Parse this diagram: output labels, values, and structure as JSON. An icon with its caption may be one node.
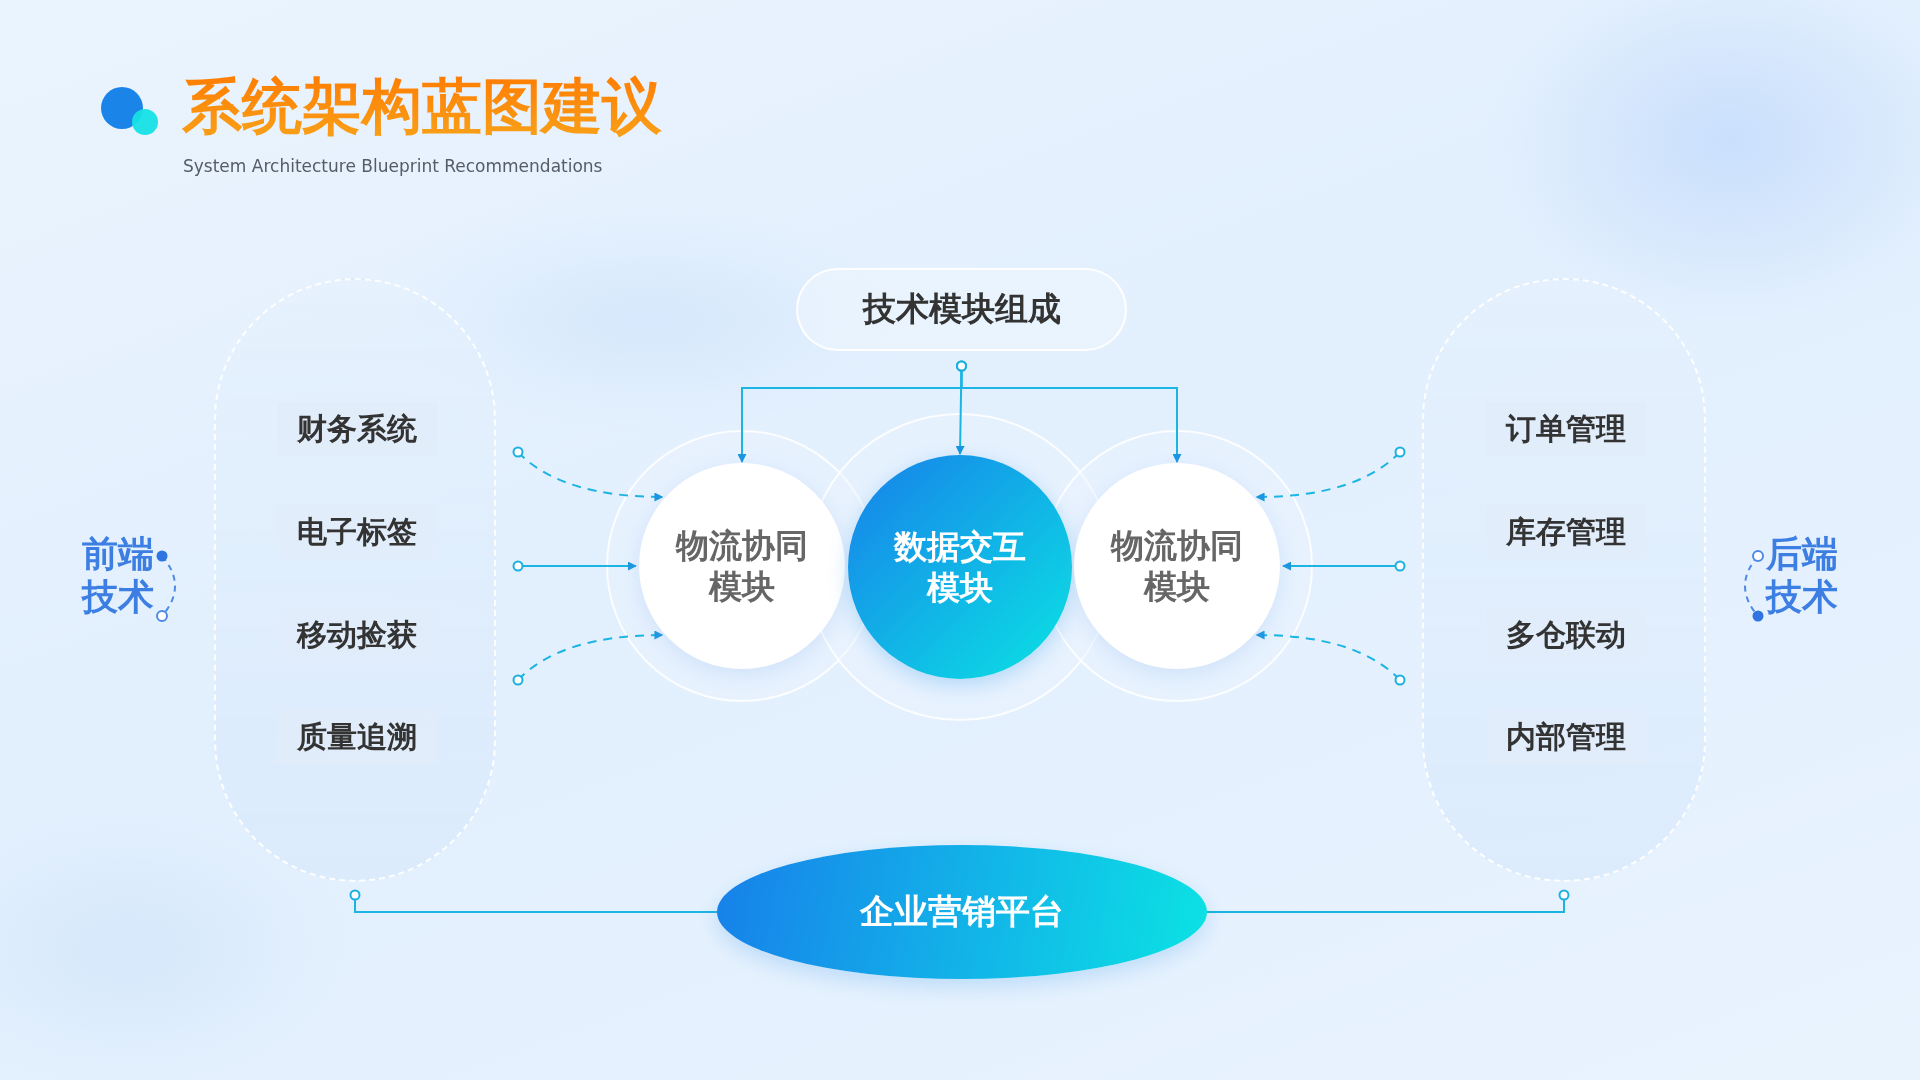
{
  "diagram": {
    "title": "系统架构蓝图建议",
    "caption": "System Architecture Blueprint Recommendations",
    "nodes": [
      {
        "text": [],
        "shape": "capsule"
      },
      {
        "text": [
          "财务系统"
        ],
        "in": 0
      },
      {
        "text": [
          "电子标签"
        ],
        "in": 0
      },
      {
        "text": [
          "移动捡获"
        ],
        "in": 0
      },
      {
        "text": [
          "质量追溯"
        ],
        "in": 0
      },
      {
        "text": [
          "技术模块组成"
        ]
      },
      {
        "text": [
          "物流协同模块"
        ]
      },
      {
        "text": [
          "数据交互模块"
        ]
      },
      {
        "text": [
          "物流协同模块"
        ]
      },
      {
        "text": [],
        "shape": "capsule"
      },
      {
        "text": [
          "订单管理"
        ],
        "in": 9
      },
      {
        "text": [
          "库存管理"
        ],
        "in": 9
      },
      {
        "text": [
          "多仓联动"
        ],
        "in": 9
      },
      {
        "text": [
          "内部管理"
        ],
        "in": 9
      },
      {
        "text": [
          "企业营销平台"
        ]
      }
    ],
    "edges": [
      {
        "from": 5,
        "to": 6,
        "arrow": "to"
      },
      {
        "from": 5,
        "to": 7,
        "arrow": "to"
      },
      {
        "from": 5,
        "to": 8,
        "arrow": "to"
      },
      {
        "from": 0,
        "to": 6,
        "arrow": "to",
        "style": "dashed"
      },
      {
        "from": 0,
        "to": 6,
        "arrow": "to"
      },
      {
        "from": 0,
        "to": 6,
        "arrow": "to",
        "style": "dashed"
      },
      {
        "from": 9,
        "to": 8,
        "arrow": "to",
        "style": "dashed"
      },
      {
        "from": 9,
        "to": 8,
        "arrow": "to"
      },
      {
        "from": 9,
        "to": 8,
        "arrow": "to",
        "style": "dashed"
      },
      {
        "from": 0,
        "to": 14,
        "arrow": "other"
      },
      {
        "from": 9,
        "to": 14,
        "arrow": "other"
      }
    ],
    "labels": [
      "前端技术",
      "后端技术"
    ]
  }
}
